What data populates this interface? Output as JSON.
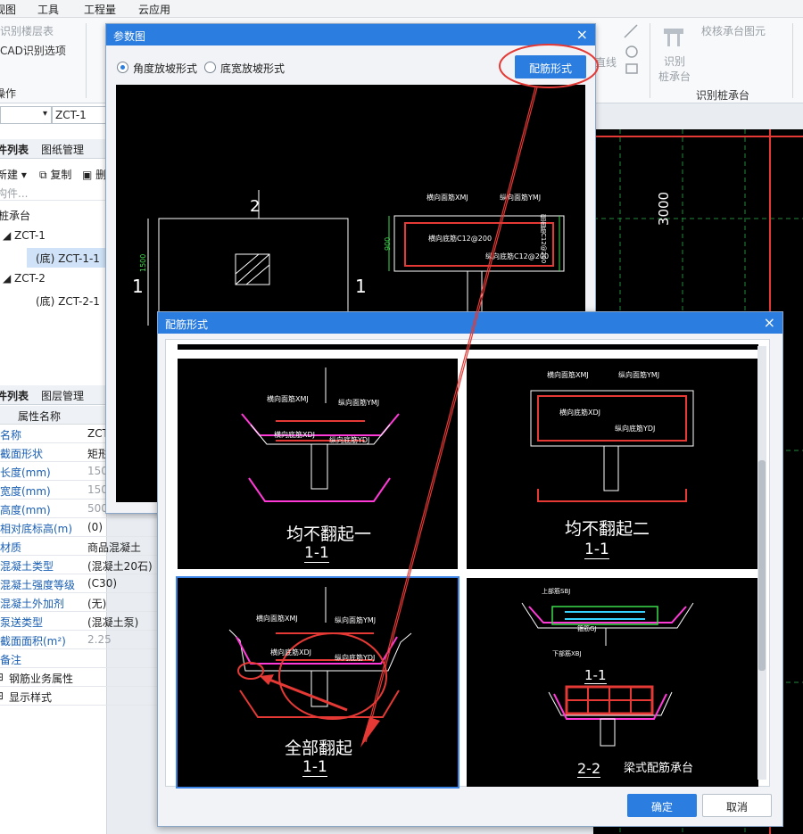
{
  "menubar": {
    "items": [
      "视图",
      "工具",
      "工程量",
      "云应用"
    ]
  },
  "ribbon": {
    "identify_floor": "识别楼层表",
    "cad_options": "CAD识别选项",
    "operation": "操作",
    "line_label": "直线",
    "identify_label": "识别",
    "pile_cap_label": "桩承台",
    "check_label": "校核承台图元",
    "group_label": "识别桩承台"
  },
  "left": {
    "selector_value": "ZCT-1",
    "tabs_top": [
      "件列表",
      "图纸管理"
    ],
    "toolbar": {
      "new": "新建",
      "copy": "复制",
      "delete": "删"
    },
    "search_placeholder": "构件...",
    "tree": [
      {
        "label": "桩承台"
      },
      {
        "label": "ZCT-1"
      },
      {
        "label": "(底) ZCT-1-1"
      },
      {
        "label": "ZCT-2"
      },
      {
        "label": "(底) ZCT-2-1"
      }
    ],
    "tabs_bottom": [
      "件列表",
      "图层管理"
    ],
    "prop_header": "属性名称",
    "props": [
      {
        "name": "名称",
        "value": "ZCT"
      },
      {
        "name": "截面形状",
        "value": "矩形"
      },
      {
        "name": "长度(mm)",
        "value": "150"
      },
      {
        "name": "宽度(mm)",
        "value": "150"
      },
      {
        "name": "高度(mm)",
        "value": "500"
      },
      {
        "name": "相对底标高(m)",
        "value": "(0)"
      },
      {
        "name": "材质",
        "value": "商品混凝土"
      },
      {
        "name": "混凝土类型",
        "value": "(混凝土20石)"
      },
      {
        "name": "混凝土强度等级",
        "value": "(C30)"
      },
      {
        "name": "混凝土外加剂",
        "value": "(无)"
      },
      {
        "name": "泵送类型",
        "value": "(混凝土泵)"
      },
      {
        "name": "截面面积(m²)",
        "value": "2.25"
      },
      {
        "name": "备注",
        "value": ""
      }
    ],
    "expand1": "钢筋业务属性",
    "expand2": "显示样式"
  },
  "cad": {
    "dimension": "3000"
  },
  "dialog1": {
    "title": "参数图",
    "radio1": "角度放坡形式",
    "radio2": "底宽放坡形式",
    "rebar_button": "配筋形式",
    "label_2": "2",
    "label_1a": "1",
    "label_1b": "1",
    "dim_1500": "1500",
    "dim_900": "900",
    "h_top": "横向面筋XMJ",
    "v_top": "纵向面筋YMJ",
    "h_bot": "横向底筋C12@200",
    "v_bot": "纵向底筋C12@200",
    "side": "侧面筋C12@200"
  },
  "dialog2": {
    "title": "配筋形式",
    "tiles": [
      {
        "caption": "均不翻起一",
        "section": "1-1"
      },
      {
        "caption": "均不翻起二",
        "section": "1-1"
      },
      {
        "caption": "全部翻起",
        "section": "1-1"
      },
      {
        "caption": "梁式配筋承台",
        "section": "2-2",
        "section_top": "1-1"
      }
    ],
    "rebar_labels": {
      "h_top": "横向面筋XMJ",
      "v_top": "纵向面筋YMJ",
      "h_bot": "横向底筋XDJ",
      "v_bot": "纵向底筋YDJ",
      "top_bar": "上部筋SBJ",
      "bottom_bar": "下部筋XBJ",
      "stirrup": "箍筋GJ"
    },
    "ok": "确定",
    "cancel": "取消"
  },
  "colors": {
    "accent": "#2b7de0",
    "annotation": "#e53935"
  }
}
